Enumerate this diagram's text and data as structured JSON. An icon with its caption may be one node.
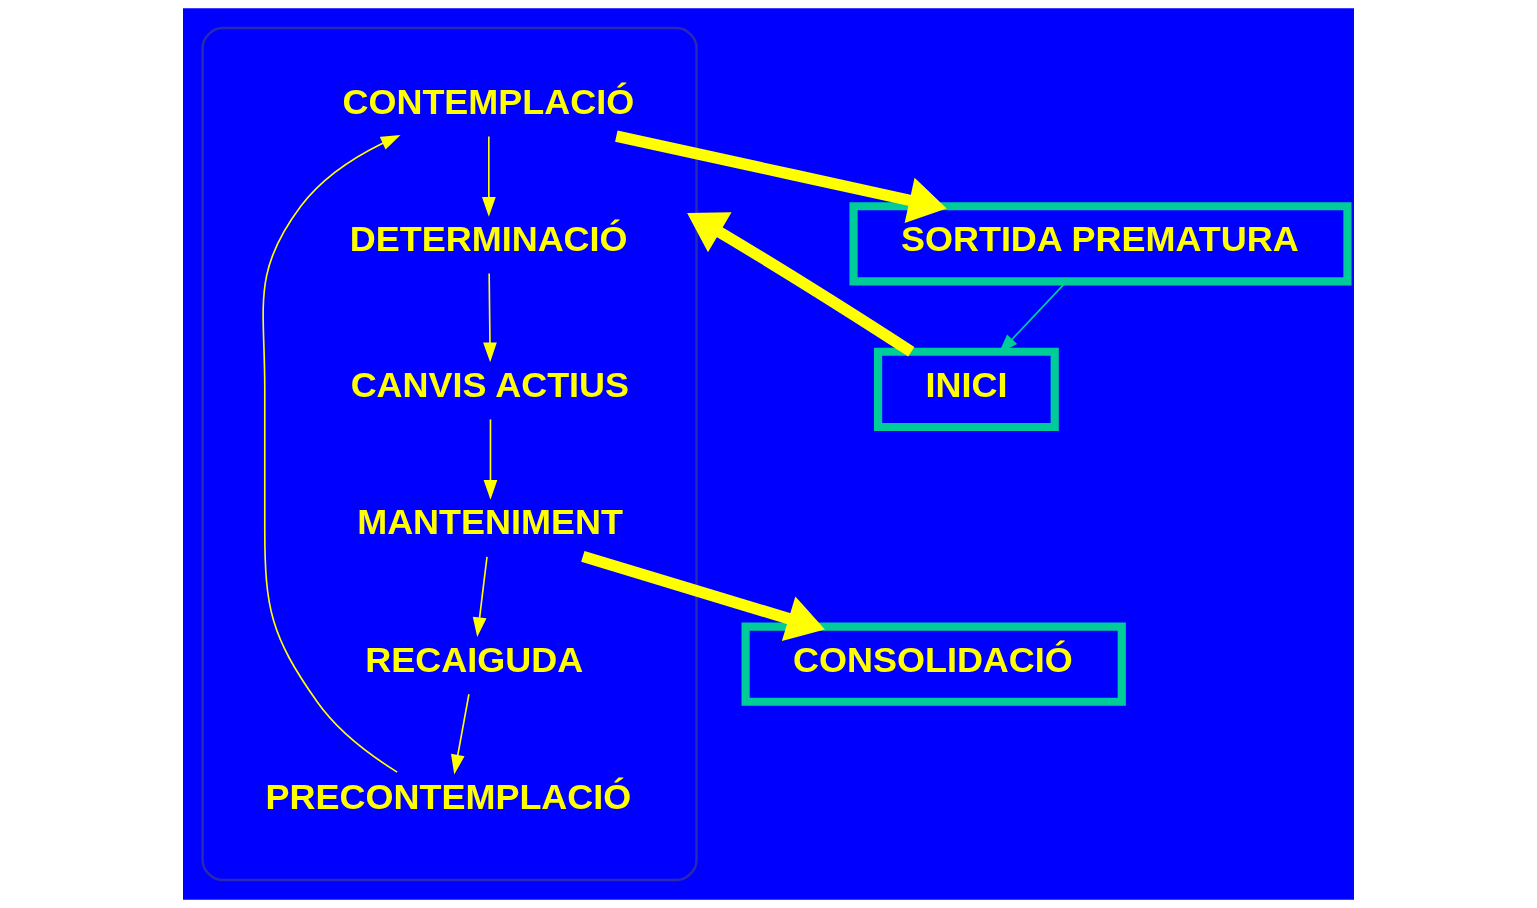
{
  "diagram": {
    "nodes": [
      {
        "text": [
          "SORTIDA PREMATURA"
        ]
      },
      {
        "text": [
          "INICI"
        ]
      },
      {
        "text": [],
        "shape": "ellipse"
      },
      {
        "text": [
          "CONTEMPLACIÓ"
        ],
        "in": 2
      },
      {
        "text": [
          "DETERMINACIÓ"
        ],
        "in": 2
      },
      {
        "text": [
          "PRECONTEMPLACIÓ"
        ],
        "in": 2
      },
      {
        "text": [
          "CANVIS ACTIUS"
        ],
        "in": 2
      },
      {
        "text": [
          "RECAIGUDA"
        ],
        "in": 2
      },
      {
        "text": [
          "MANTENIMENT"
        ],
        "in": 2
      },
      {
        "text": [
          "CONSOLIDACIÓ"
        ]
      }
    ],
    "edges": [
      {
        "from": 0,
        "to": 1,
        "arrow": "to",
        "color": "#00cc99"
      },
      {
        "from": 1,
        "to": 2,
        "arrow": "to",
        "style": "thick"
      },
      {
        "from": 5,
        "to": 3,
        "arrow": "to"
      },
      {
        "from": 3,
        "to": 4,
        "arrow": "to"
      },
      {
        "from": 4,
        "to": 6,
        "arrow": "to"
      },
      {
        "from": 6,
        "to": 8,
        "arrow": "to"
      },
      {
        "from": 8,
        "to": 7,
        "arrow": "to"
      },
      {
        "from": 7,
        "to": 5,
        "arrow": "to"
      },
      {
        "from": 3,
        "to": 0,
        "arrow": "to",
        "style": "thick"
      },
      {
        "from": 8,
        "to": 9,
        "arrow": "to",
        "style": "thick"
      }
    ]
  }
}
